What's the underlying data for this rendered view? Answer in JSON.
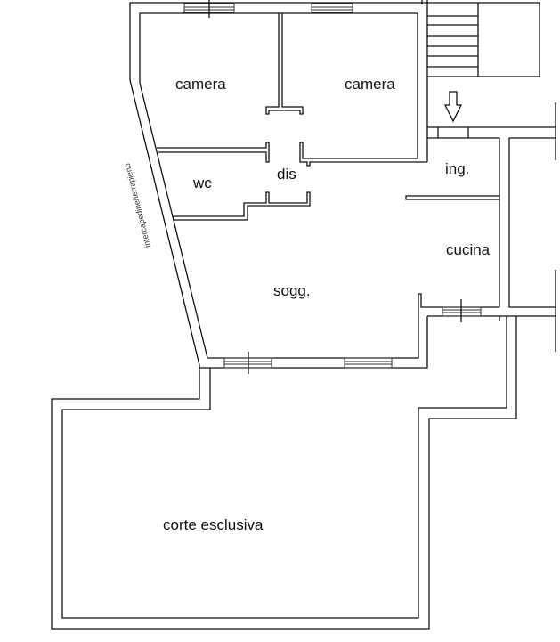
{
  "rooms": {
    "camera_1": "camera",
    "camera_2": "camera",
    "dis": "dis",
    "wc": "wc",
    "ing": "ing.",
    "cucina": "cucina",
    "soggiorno": "sogg.",
    "corte": "corte esclusiva"
  },
  "annotations": {
    "side_wall": "intercapedine/terrapieno"
  },
  "icons": {
    "entrance": "down-arrow-icon"
  }
}
